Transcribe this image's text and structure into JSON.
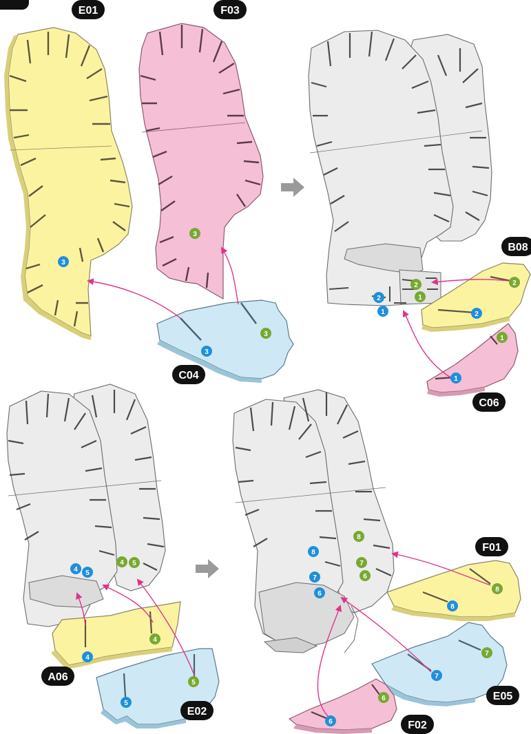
{
  "colors": {
    "yellow_part": "#fcf3a0",
    "pink_part": "#f5bfd6",
    "blue_part": "#cfe8f6",
    "gray_part": "#ebebeb",
    "outline": "#555555",
    "slot": "#4a4a4a",
    "arrow": "#e0338c",
    "marker_blue": "#1f8fdc",
    "marker_green": "#78a832",
    "label_badge": "#111111"
  },
  "part_labels": {
    "e01": "E01",
    "f03": "F03",
    "b08": "B08",
    "c04": "C04",
    "c06": "C06",
    "a06": "A06",
    "f01": "F01",
    "e02": "E02",
    "e05": "E05",
    "f02": "F02"
  },
  "step_arrows": [
    "right-arrow",
    "right-arrow"
  ],
  "markers": {
    "e01_3": "3",
    "f03_3": "3",
    "c04_3_blue": "3",
    "c04_3_green": "3",
    "step2_2_green": "2",
    "step2_1_green": "1",
    "step2_2_blue": "2",
    "step2_1_blue": "1",
    "b08_2_green": "2",
    "b08_2_blue": "2",
    "c06_1_green": "1",
    "c06_1_blue": "1",
    "step3_4_blue": "4",
    "step3_5_blue": "5",
    "step3_4_green": "4",
    "step3_5_green": "5",
    "a06_4_blue": "4",
    "a06_4_green": "4",
    "e02_5_green": "5",
    "e02_5_blue": "5",
    "step4_8_green": "8",
    "step4_8_blue": "8",
    "step4_7_green": "7",
    "step4_6_green": "6",
    "step4_7_blue": "7",
    "step4_6_blue": "6",
    "f01_8_green": "8",
    "f01_8_blue": "8",
    "e05_7_green": "7",
    "e05_7_blue": "7",
    "f02_6_green": "6",
    "f02_6_blue": "6"
  }
}
